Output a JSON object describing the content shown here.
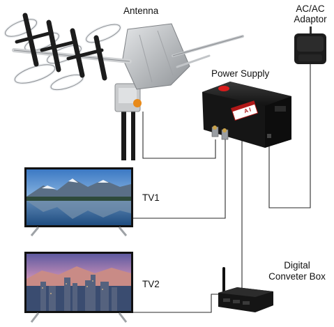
{
  "labels": {
    "antenna": "Antenna",
    "adaptor_line1": "AC/AC",
    "adaptor_line2": "Adaptor",
    "power_supply": "Power Supply",
    "tv1": "TV1",
    "tv2": "TV2",
    "converter_line1": "Digital",
    "converter_line2": "Conveter Box"
  },
  "power_supply_sticker": "A I",
  "colors": {
    "wire": "#2a2a2a",
    "antenna_metal": "#b9bcbf",
    "element_dark": "#1c1c1c",
    "knob_orange": "#e88a1a",
    "box_black": "#151515",
    "button_red": "#d81c1c",
    "sticker_red": "#b01818"
  },
  "icons": [
    "antenna-icon",
    "ac-adaptor-icon",
    "power-supply-icon",
    "tv1-icon",
    "tv2-icon",
    "converter-box-icon"
  ]
}
